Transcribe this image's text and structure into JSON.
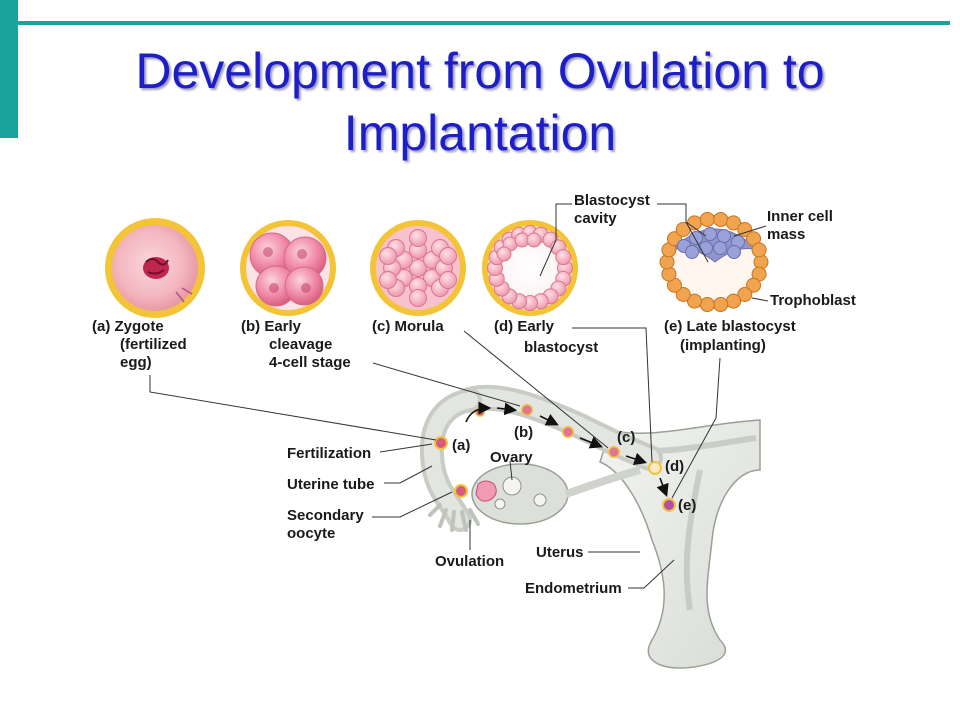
{
  "title": {
    "line1": "Development from Ovulation to",
    "line2": "Implantation"
  },
  "stages": {
    "a": {
      "line1": "(a) Zygote",
      "line2": "(fertilized",
      "line3": "egg)"
    },
    "b": {
      "line1": "(b) Early",
      "line2": "cleavage",
      "line3": "4-cell stage"
    },
    "c": {
      "line1": "(c) Morula"
    },
    "d": {
      "line1": "(d) Early",
      "line2": "blastocyst"
    },
    "e": {
      "line1": "(e) Late blastocyst",
      "line2": "(implanting)"
    }
  },
  "callouts": {
    "blastocyst_cavity_1": "Blastocyst",
    "blastocyst_cavity_2": "cavity",
    "inner_cell_mass_1": "Inner cell",
    "inner_cell_mass_2": "mass",
    "trophoblast": "Trophoblast"
  },
  "anatomy": {
    "fertilization": "Fertilization",
    "uterine_tube": "Uterine tube",
    "secondary_oocyte_1": "Secondary",
    "secondary_oocyte_2": "oocyte",
    "ovulation": "Ovulation",
    "ovary": "Ovary",
    "uterus": "Uterus",
    "endometrium": "Endometrium"
  },
  "path_markers": {
    "a": "(a)",
    "b": "(b)",
    "c": "(c)",
    "d": "(d)",
    "e": "(e)"
  },
  "colors": {
    "accent": "#18a39b",
    "title": "#1e1ec8",
    "cell_outer": "#f2c23a",
    "cell_pink": "#f08aa8",
    "tissue": "#e9ece8"
  }
}
